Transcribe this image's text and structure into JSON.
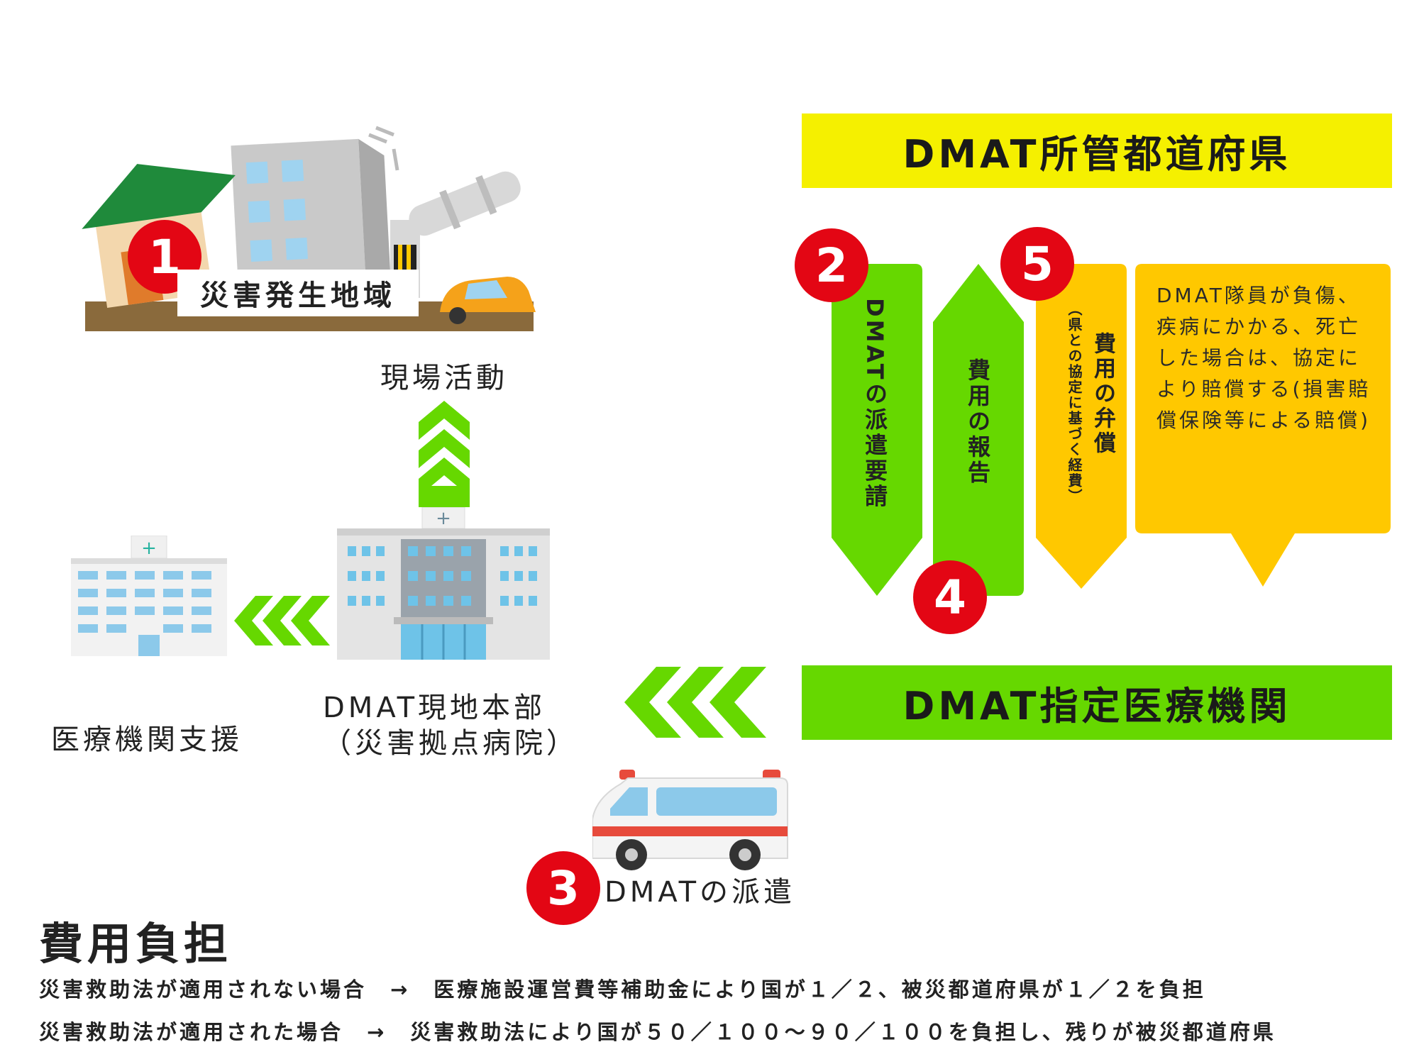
{
  "badges": [
    "1",
    "2",
    "3",
    "4",
    "5"
  ],
  "disaster": {
    "area_label": "災害発生地域",
    "field_activity": "現場活動"
  },
  "prefecture_banner": "DMAT所管都道府県",
  "designated_banner": "DMAT指定医療機関",
  "arrows": {
    "request": "DMATの派遣要請",
    "report": "費用の報告",
    "reimburse_main": "費用の弁償",
    "reimburse_sub": "（県との協定に基づく経費）"
  },
  "compensation_bubble": "DMAT隊員が負傷、疾病にかかる、死亡した場合は、協定により賠償する(損害賠償保険等による賠償)",
  "hq": {
    "line1": "DMAT現地本部",
    "line2": "（災害拠点病院）"
  },
  "support_label": "医療機関支援",
  "dispatch_label": "DMATの派遣",
  "cost": {
    "title": "費用負担",
    "line1": "災害救助法が適用されない場合　→　医療施設運営費等補助金により国が１／２、被災都道府県が１／２を負担",
    "line2": "災害救助法が適用された場合　→　災害救助法により国が５０／１００〜９０／１００を負担し、残りが被災都道府県"
  },
  "colors": {
    "yellow": "#f5f000",
    "green": "#66d800",
    "orange": "#ffc800",
    "red": "#e30614"
  },
  "icons": [
    "disaster-scene-icon",
    "hospital-large-icon",
    "hospital-small-icon",
    "ambulance-icon",
    "chevron-arrows-icon"
  ]
}
